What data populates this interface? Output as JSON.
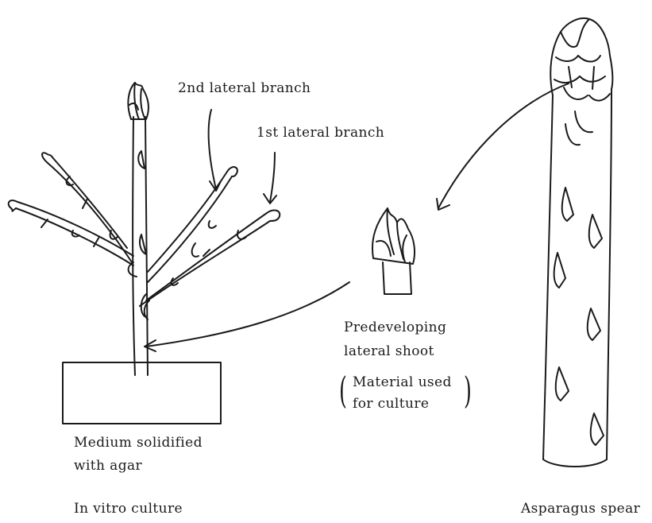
{
  "labels": {
    "second_branch": "2nd lateral branch",
    "first_branch": "1st lateral branch",
    "predeveloping_line1": "Predeveloping",
    "predeveloping_line2": "lateral shoot",
    "material_line1": "Material used",
    "material_line2": "for culture",
    "medium_line1": "Medium solidified",
    "medium_line2": "with agar",
    "in_vitro": "In vitro culture",
    "spear": "Asparagus spear"
  },
  "colors": {
    "ink": "#1a1a1a",
    "background": "#ffffff"
  }
}
